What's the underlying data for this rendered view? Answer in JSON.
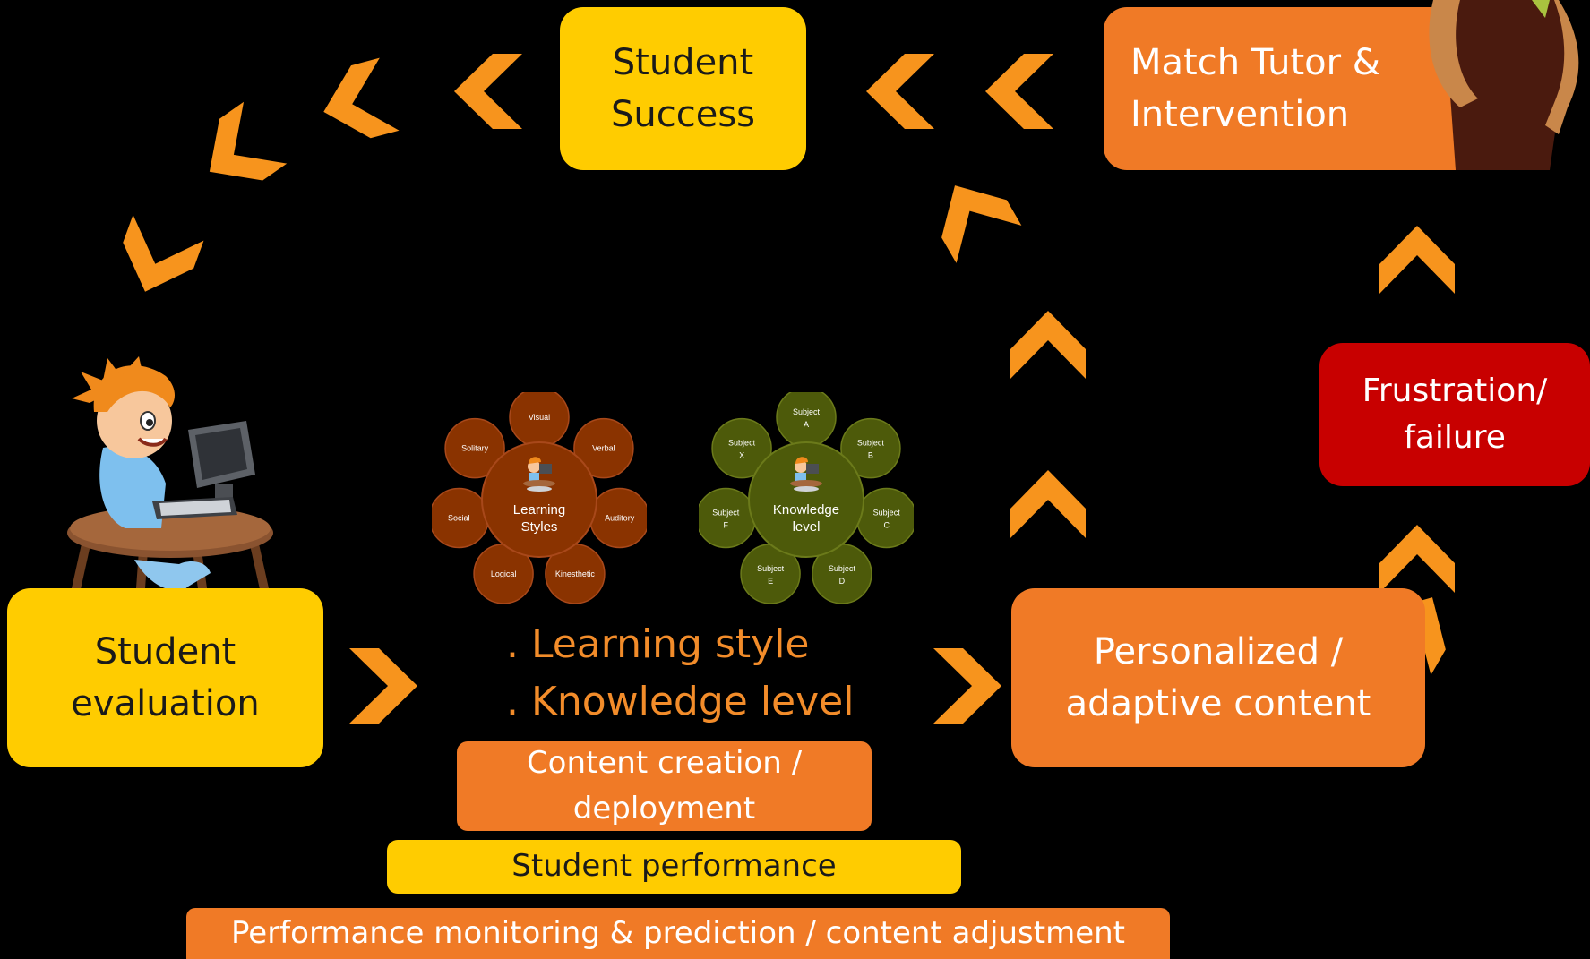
{
  "colors": {
    "background": "#000000",
    "yellow": "#ffcc00",
    "orange": "#f07a26",
    "red": "#c80000",
    "chevron": "#f7941d",
    "learning_circle": "#8a3300",
    "knowledge_circle": "#4d5a0a"
  },
  "nodes": {
    "student_success": "Student\nSuccess",
    "match_tutor": "Match Tutor &\nIntervention",
    "frustration": "Frustration/\nfailure",
    "student_evaluation": "Student\nevaluation",
    "personalized": "Personalized /\nadaptive content",
    "content_creation": "Content creation /\ndeployment",
    "student_performance": "Student performance",
    "performance_monitoring": "Performance monitoring  & prediction /  content adjustment"
  },
  "profile_lines": [
    ". Learning style",
    ". Knowledge level"
  ],
  "learning_styles": {
    "center": "Learning\nStyles",
    "items": [
      "Visual",
      "Verbal",
      "Auditory",
      "Kinesthetic",
      "Logical",
      "Social",
      "Solitary"
    ]
  },
  "knowledge_level": {
    "center": "Knowledge\nlevel",
    "items": [
      "Subject\nA",
      "Subject\nB",
      "Subject\nC",
      "Subject\nD",
      "Subject\nE",
      "Subject\nF",
      "Subject\nX"
    ]
  },
  "icons": [
    "student-at-computer-icon",
    "tutor-figure-icon",
    "chevron-arrow-icon"
  ]
}
